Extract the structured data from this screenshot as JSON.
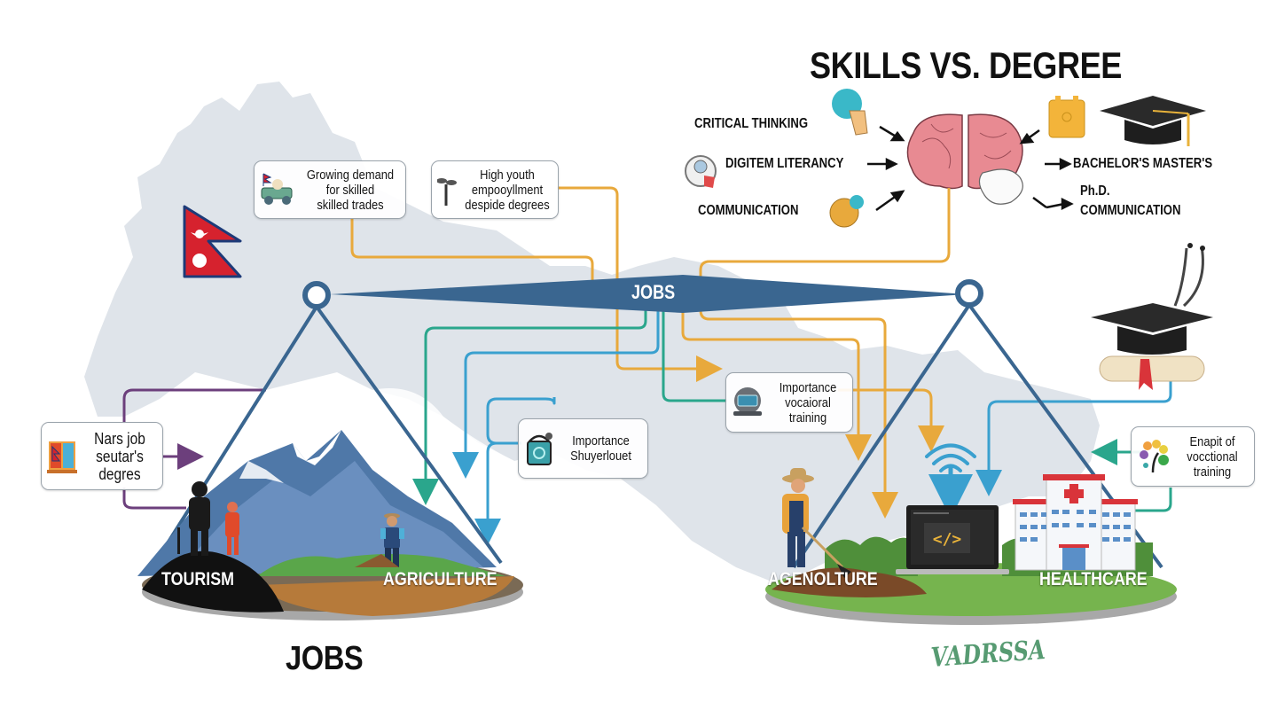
{
  "title": "SKILLS VS. DEGREE",
  "beam": {
    "label": "JOBS"
  },
  "footer": {
    "jobs_label": "JOBS",
    "signature": "VADRSSA"
  },
  "skills": [
    {
      "label": "CRITICAL THINKING",
      "icon": "hand-circle-icon"
    },
    {
      "label": "DIGITEM LITERANCY",
      "icon": "magnifier-badge-icon"
    },
    {
      "label": "COMMUNICATION",
      "icon": "chat-circle-icon"
    }
  ],
  "degrees": {
    "line1": "BACHELOR'S MASTER'S",
    "line2": "Ph.D.",
    "line3": "COMMUNICATION"
  },
  "callouts": {
    "growing_demand": {
      "lines": [
        "Growing demand",
        "for skilled",
        "skilled trades"
      ],
      "icon": "jeep-icon"
    },
    "high_youth": {
      "lines": [
        "High youth",
        "empooyllment",
        "despide degrees"
      ],
      "icon": "sprout-icon"
    },
    "nars_job": {
      "lines": [
        "Nars job",
        "seutar's",
        "degres"
      ],
      "icon": "flag-book-icon"
    },
    "importance_short": {
      "lines": [
        "Importance",
        "Shuyerlouet"
      ],
      "icon": "bag-icon"
    },
    "importance_vocational": {
      "lines": [
        "Importance",
        "vocaioral",
        "training"
      ],
      "icon": "monitor-icon"
    },
    "enapit": {
      "lines": [
        "Enapit of",
        "vocctional",
        "training"
      ],
      "icon": "tree-people-icon"
    }
  },
  "left_pan": {
    "labels": [
      "TOURISM",
      "AGRICULTURE"
    ]
  },
  "right_pan": {
    "labels": [
      "AGENOLTURE",
      "HEALTHCARE"
    ]
  },
  "colors": {
    "beam": "#3a6690",
    "map": "#dfe4ea",
    "orange_line": "#e8a93c",
    "teal_line": "#2aa68c",
    "blue_line": "#3aa0cf",
    "purple_line": "#6c3f7c",
    "flag_red": "#d6222e",
    "flag_border": "#1d3a78"
  }
}
